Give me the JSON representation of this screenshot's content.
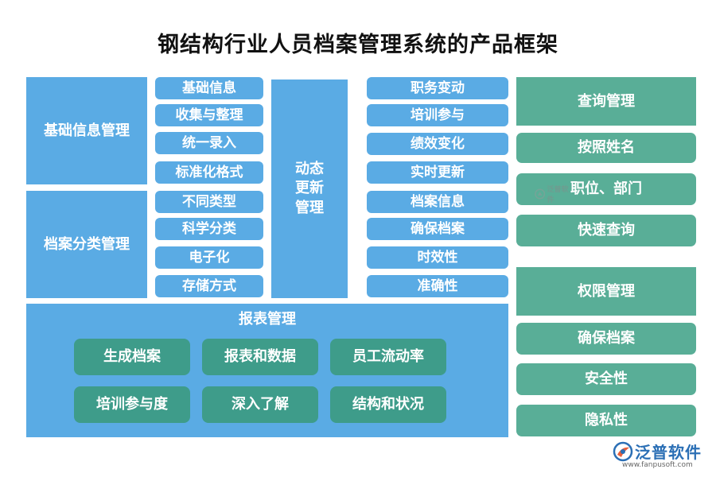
{
  "title": "钢结构行业人员档案管理系统的产品框架",
  "left_sections": [
    {
      "label": "基础信息管理",
      "items": [
        "基础信息",
        "收集与整理",
        "统一录入",
        "标准化格式"
      ]
    },
    {
      "label": "档案分类管理",
      "items": [
        "不同类型",
        "科学分类",
        "电子化",
        "存储方式"
      ]
    }
  ],
  "dynamic": {
    "lines": [
      "动态",
      "更新",
      "管理"
    ]
  },
  "dynamic_items": [
    "职务变动",
    "培训参与",
    "绩效变化",
    "实时更新",
    "档案信息",
    "确保档案",
    "时效性",
    "准确性"
  ],
  "report": {
    "label": "报表管理",
    "cards": [
      "生成档案",
      "报表和数据",
      "员工流动率",
      "培训参与度",
      "深入了解",
      "结构和状况"
    ]
  },
  "query": {
    "label": "查询管理",
    "items": [
      "按照姓名",
      "职位、部门",
      "快速查询"
    ]
  },
  "permission": {
    "label": "权限管理",
    "items": [
      "确保档案",
      "安全性",
      "隐私性"
    ]
  },
  "watermark": {
    "center_text": "泛普软件"
  },
  "logo": {
    "brand": "泛普软件",
    "url": "www.fanpusoft.com"
  },
  "colors": {
    "blue": "#5aabe4",
    "teal": "#59ae97",
    "dark_teal": "#3e9c8a",
    "logo_blue": "#2b6fb5"
  }
}
